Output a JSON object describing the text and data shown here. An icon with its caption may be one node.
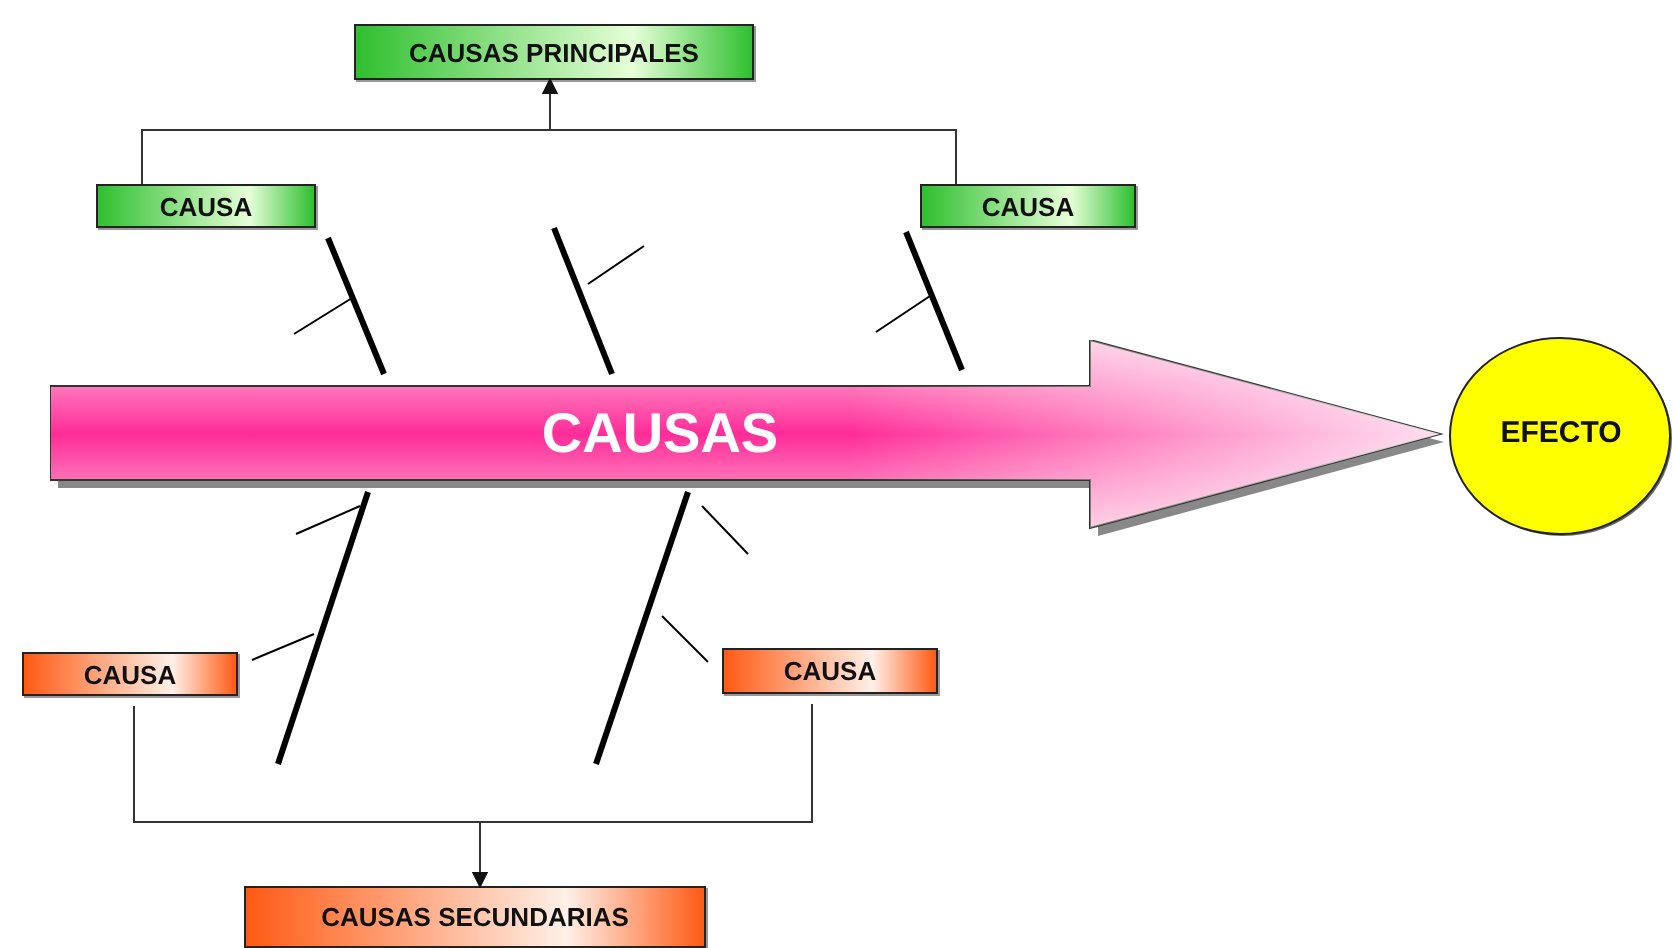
{
  "diagram": {
    "nodes": [
      {
        "text": [
          "CAUSAS PRINCIPALES"
        ]
      },
      {
        "text": [
          "CAUSA"
        ]
      },
      {
        "text": [
          "CAUSA"
        ]
      },
      {
        "text": [
          "CAUSAS"
        ]
      },
      {
        "text": [
          "EFECTO"
        ]
      },
      {
        "text": [
          "CAUSA"
        ]
      },
      {
        "text": [
          "CAUSA"
        ]
      },
      {
        "text": [
          "CAUSAS SECUNDARIAS"
        ]
      }
    ],
    "edges": [
      {
        "from": 1,
        "to": 0,
        "arrow": "to"
      },
      {
        "from": 2,
        "to": 0,
        "arrow": "to"
      },
      {
        "from": 5,
        "to": 7,
        "arrow": "to"
      },
      {
        "from": 6,
        "to": 7,
        "arrow": "to"
      }
    ]
  }
}
